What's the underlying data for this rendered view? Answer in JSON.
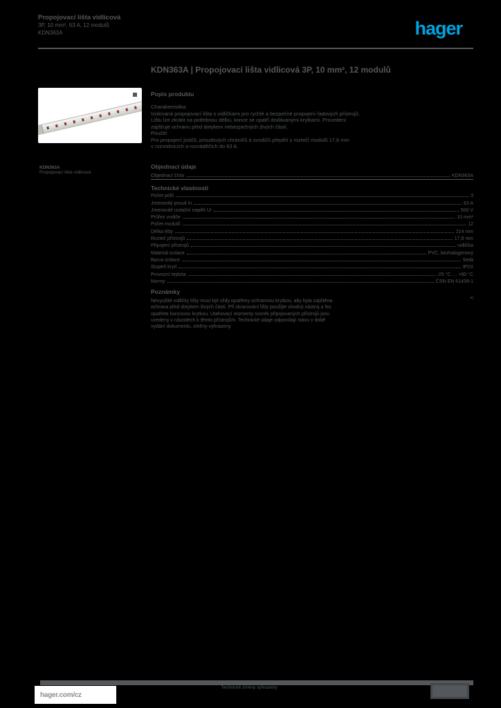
{
  "page": {
    "background": "#000000",
    "text_color": "#55585a",
    "accent_color": "#00a3e0"
  },
  "header": {
    "line1": "Propojovací lišta vidlicová",
    "line2": "3P, 10 mm², 63 A, 12 modulů",
    "line3": "KDN363A",
    "logo": "hager"
  },
  "product_image": {
    "name": "busbar-photo",
    "caption_line1": "KDN363A",
    "caption_line2": "Propojovací lišta vidlicová",
    "contact_color": "#8a352a"
  },
  "main": {
    "title": "KDN363A | Propojovací lišta vidlicová 3P, 10 mm², 12 modulů",
    "description": {
      "heading": "Popis produktu",
      "lines": [
        "Charakteristika:",
        "Izolovaná propojovací lišta s vidličkami pro rychlé a bezpečné propojení řadových přístrojů.",
        "Lištu lze zkrátit na potřebnou délku, konce se opatří dodávanými krytkami. Provedení",
        "zajišťuje ochranu před dotykem nebezpečných živých částí.",
        "Použití:",
        "Pro propojení jističů, proudových chráničů a svodičů přepětí s roztečí modulů 17,8 mm",
        "v rozvodnicích a rozváděčích do 63 A."
      ]
    },
    "ordering": {
      "heading": "Objednací údaje",
      "row": {
        "label": "Objednací číslo",
        "value": "KDN363A"
      }
    },
    "tech": {
      "heading": "Technické vlastnosti",
      "rows": [
        {
          "label": "Počet pólů",
          "value": "3"
        },
        {
          "label": "Jmenovitý proud In",
          "value": "63 A"
        },
        {
          "label": "Jmenovité izolační napětí Ui",
          "value": "500 V"
        },
        {
          "label": "Průřez vodiče",
          "value": "10 mm²"
        },
        {
          "label": "Počet modulů",
          "value": "12"
        },
        {
          "label": "Délka lišty",
          "value": "214 mm"
        },
        {
          "label": "Rozteč přístrojů",
          "value": "17,8 mm"
        },
        {
          "label": "Připojení přístrojů",
          "value": "vidlička"
        },
        {
          "label": "Materiál izolace",
          "value": "PVC, bezhalogenový"
        },
        {
          "label": "Barva izolace",
          "value": "šedá"
        },
        {
          "label": "Stupeň krytí",
          "value": "IP2X"
        },
        {
          "label": "Provozní teplota",
          "value": "-25 °C … +60 °C"
        },
        {
          "label": "Normy",
          "value": "ČSN EN 61439-1"
        }
      ]
    },
    "notes": {
      "heading": "Poznámky",
      "superscript": "a)",
      "lines": [
        "Nevyužité vidličky lišty musí být vždy opatřeny ochrannou krytkou, aby byla zajištěna",
        "ochrana před dotykem živých částí. Při zkracování lišty použijte vhodný nástroj a řez",
        "opatřete koncovou krytkou. Utahovací momenty svorek připojovaných přístrojů jsou",
        "uvedeny v návodech k těmto přístrojům. Technické údaje odpovídají stavu v době",
        "vydání dokumentu, změny vyhrazeny."
      ]
    }
  },
  "footer": {
    "site": "hager.com/cz",
    "disclaimer": "Technické změny vyhrazeny"
  }
}
